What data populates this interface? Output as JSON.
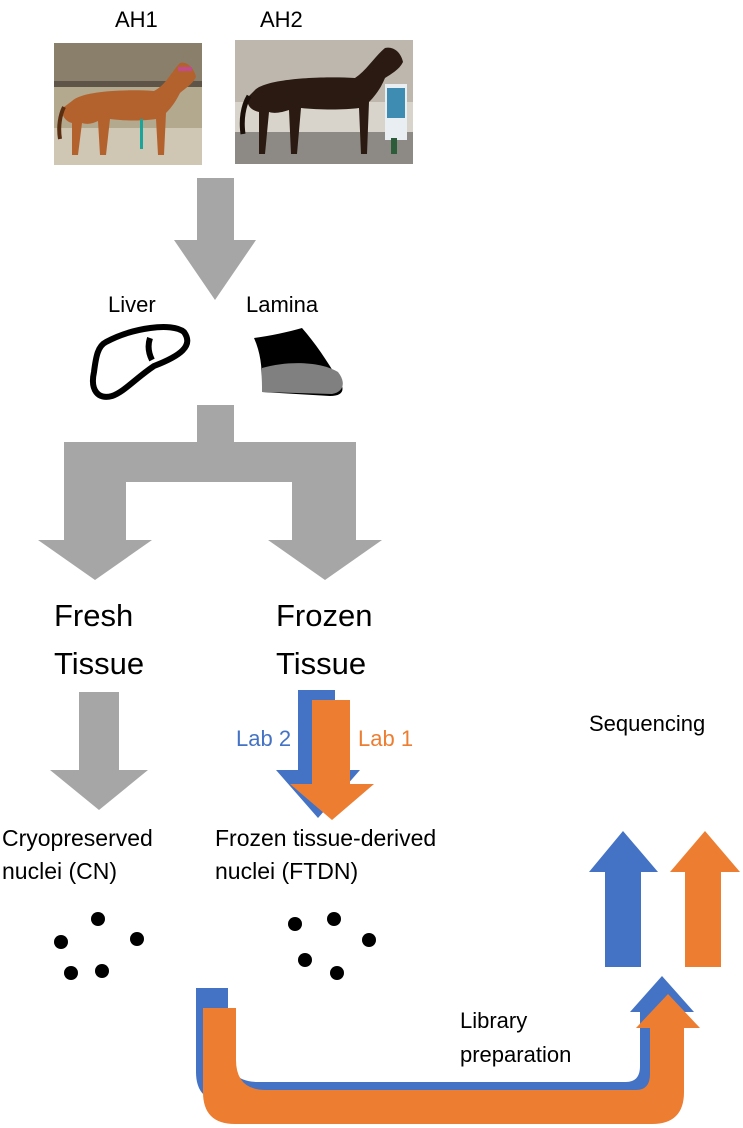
{
  "horses": {
    "ah1_label": "AH1",
    "ah2_label": "AH2"
  },
  "tissues": {
    "liver_label": "Liver",
    "lamina_label": "Lamina"
  },
  "processing": {
    "fresh_line1": "Fresh",
    "fresh_line2": "Tissue",
    "frozen_line1": "Frozen",
    "frozen_line2": "Tissue"
  },
  "labs": {
    "lab2_label": "Lab 2",
    "lab1_label": "Lab 1",
    "lab2_color": "#4472c4",
    "lab1_color": "#ed7d31"
  },
  "nuclei": {
    "cn_line1": "Cryopreserved",
    "cn_line2": "nuclei (CN)",
    "ftdn_line1": "Frozen tissue-derived",
    "ftdn_line2": "nuclei (FTDN)"
  },
  "steps": {
    "library_line1": "Library",
    "library_line2": "preparation",
    "sequencing_label": "Sequencing"
  },
  "colors": {
    "flow_arrow": "#a6a6a6",
    "hoof_dark": "#000000",
    "hoof_light": "#808080"
  }
}
